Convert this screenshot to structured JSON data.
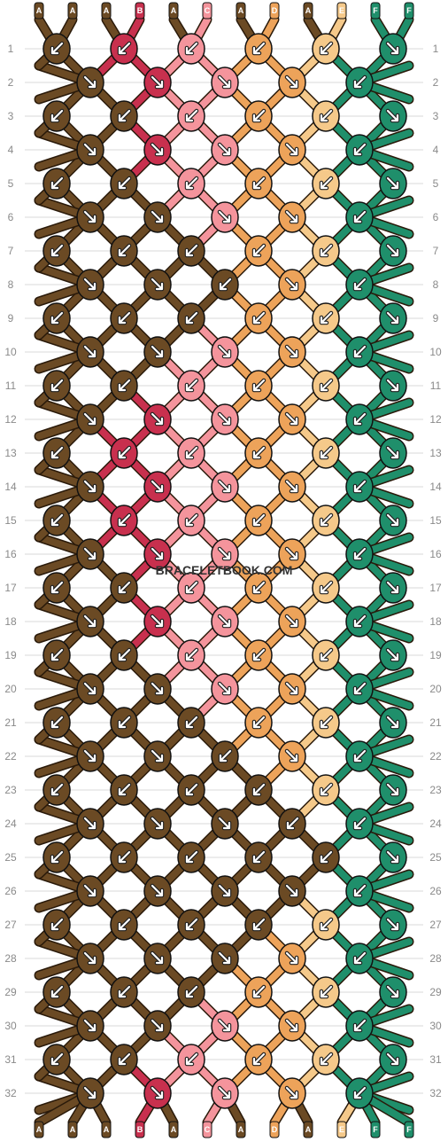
{
  "site": {
    "watermark": "BRACELETBOOK.COM"
  },
  "palette": {
    "A": "#6b4a24",
    "B": "#c8304e",
    "C": "#f4949c",
    "D": "#eda35a",
    "E": "#f5c98a",
    "F": "#1f8f6b"
  },
  "strands": [
    "A",
    "A",
    "A",
    "B",
    "A",
    "C",
    "A",
    "D",
    "A",
    "E",
    "F",
    "F"
  ],
  "row_labels": [
    "1",
    "2",
    "3",
    "4",
    "5",
    "6",
    "7",
    "8",
    "9",
    "10",
    "11",
    "12",
    "13",
    "14",
    "15",
    "16",
    "17",
    "18",
    "19",
    "20",
    "21",
    "22",
    "23",
    "24",
    "25",
    "26",
    "27",
    "28",
    "29",
    "30",
    "31",
    "32"
  ],
  "knots": [
    [
      "A",
      "B",
      "C",
      "D",
      "E",
      "F"
    ],
    [
      "A",
      "B",
      "C",
      "D",
      "F"
    ],
    [
      "A",
      "A",
      "C",
      "D",
      "E",
      "F"
    ],
    [
      "A",
      "B",
      "C",
      "D",
      "F"
    ],
    [
      "A",
      "A",
      "C",
      "D",
      "E",
      "F"
    ],
    [
      "A",
      "A",
      "C",
      "D",
      "F"
    ],
    [
      "A",
      "A",
      "A",
      "D",
      "E",
      "F"
    ],
    [
      "A",
      "A",
      "A",
      "D",
      "F"
    ],
    [
      "A",
      "A",
      "A",
      "D",
      "E",
      "F"
    ],
    [
      "A",
      "A",
      "C",
      "D",
      "F"
    ],
    [
      "A",
      "A",
      "C",
      "D",
      "E",
      "F"
    ],
    [
      "A",
      "B",
      "C",
      "D",
      "F"
    ],
    [
      "A",
      "B",
      "C",
      "D",
      "E",
      "F"
    ],
    [
      "A",
      "B",
      "C",
      "D",
      "F"
    ],
    [
      "A",
      "B",
      "C",
      "D",
      "E",
      "F"
    ],
    [
      "A",
      "B",
      "C",
      "D",
      "F"
    ],
    [
      "A",
      "A",
      "C",
      "D",
      "E",
      "F"
    ],
    [
      "A",
      "B",
      "C",
      "D",
      "F"
    ],
    [
      "A",
      "A",
      "C",
      "D",
      "E",
      "F"
    ],
    [
      "A",
      "A",
      "C",
      "D",
      "F"
    ],
    [
      "A",
      "A",
      "A",
      "D",
      "E",
      "F"
    ],
    [
      "A",
      "A",
      "A",
      "D",
      "F"
    ],
    [
      "A",
      "A",
      "A",
      "A",
      "E",
      "F"
    ],
    [
      "A",
      "A",
      "A",
      "A",
      "F"
    ],
    [
      "A",
      "A",
      "A",
      "A",
      "A",
      "F"
    ],
    [
      "A",
      "A",
      "A",
      "A",
      "F"
    ],
    [
      "A",
      "A",
      "A",
      "A",
      "E",
      "F"
    ],
    [
      "A",
      "A",
      "A",
      "D",
      "F"
    ],
    [
      "A",
      "A",
      "A",
      "D",
      "E",
      "F"
    ],
    [
      "A",
      "A",
      "C",
      "D",
      "F"
    ],
    [
      "A",
      "A",
      "C",
      "D",
      "E",
      "F"
    ],
    [
      "A",
      "B",
      "C",
      "D",
      "F"
    ]
  ],
  "arrows": [
    [
      "L",
      "L",
      "L",
      "L",
      "L",
      "R"
    ],
    [
      "R",
      "R",
      "R",
      "R",
      "L"
    ],
    [
      "L",
      "L",
      "L",
      "L",
      "L",
      "R"
    ],
    [
      "R",
      "R",
      "R",
      "R",
      "L"
    ],
    [
      "L",
      "L",
      "L",
      "L",
      "L",
      "R"
    ],
    [
      "R",
      "R",
      "R",
      "R",
      "L"
    ],
    [
      "L",
      "L",
      "L",
      "L",
      "L",
      "R"
    ],
    [
      "R",
      "R",
      "L",
      "R",
      "L"
    ],
    [
      "L",
      "L",
      "L",
      "L",
      "L",
      "R"
    ],
    [
      "R",
      "R",
      "R",
      "R",
      "L"
    ],
    [
      "L",
      "L",
      "L",
      "L",
      "L",
      "R"
    ],
    [
      "R",
      "R",
      "R",
      "R",
      "L"
    ],
    [
      "L",
      "L",
      "L",
      "L",
      "L",
      "R"
    ],
    [
      "R",
      "R",
      "R",
      "R",
      "L"
    ],
    [
      "L",
      "L",
      "L",
      "L",
      "L",
      "R"
    ],
    [
      "R",
      "R",
      "R",
      "R",
      "L"
    ],
    [
      "L",
      "L",
      "L",
      "L",
      "L",
      "R"
    ],
    [
      "R",
      "R",
      "R",
      "R",
      "L"
    ],
    [
      "L",
      "L",
      "L",
      "L",
      "L",
      "R"
    ],
    [
      "R",
      "R",
      "R",
      "R",
      "L"
    ],
    [
      "L",
      "L",
      "L",
      "L",
      "L",
      "R"
    ],
    [
      "R",
      "R",
      "L",
      "R",
      "L"
    ],
    [
      "L",
      "L",
      "L",
      "L",
      "L",
      "R"
    ],
    [
      "R",
      "R",
      "R",
      "L",
      "L"
    ],
    [
      "L",
      "L",
      "L",
      "L",
      "L",
      "R"
    ],
    [
      "R",
      "R",
      "R",
      "R",
      "L"
    ],
    [
      "L",
      "L",
      "L",
      "L",
      "L",
      "R"
    ],
    [
      "R",
      "R",
      "R",
      "R",
      "L"
    ],
    [
      "L",
      "L",
      "L",
      "L",
      "L",
      "R"
    ],
    [
      "R",
      "R",
      "R",
      "R",
      "L"
    ],
    [
      "L",
      "L",
      "L",
      "L",
      "L",
      "R"
    ],
    [
      "R",
      "R",
      "R",
      "R",
      "L"
    ]
  ]
}
